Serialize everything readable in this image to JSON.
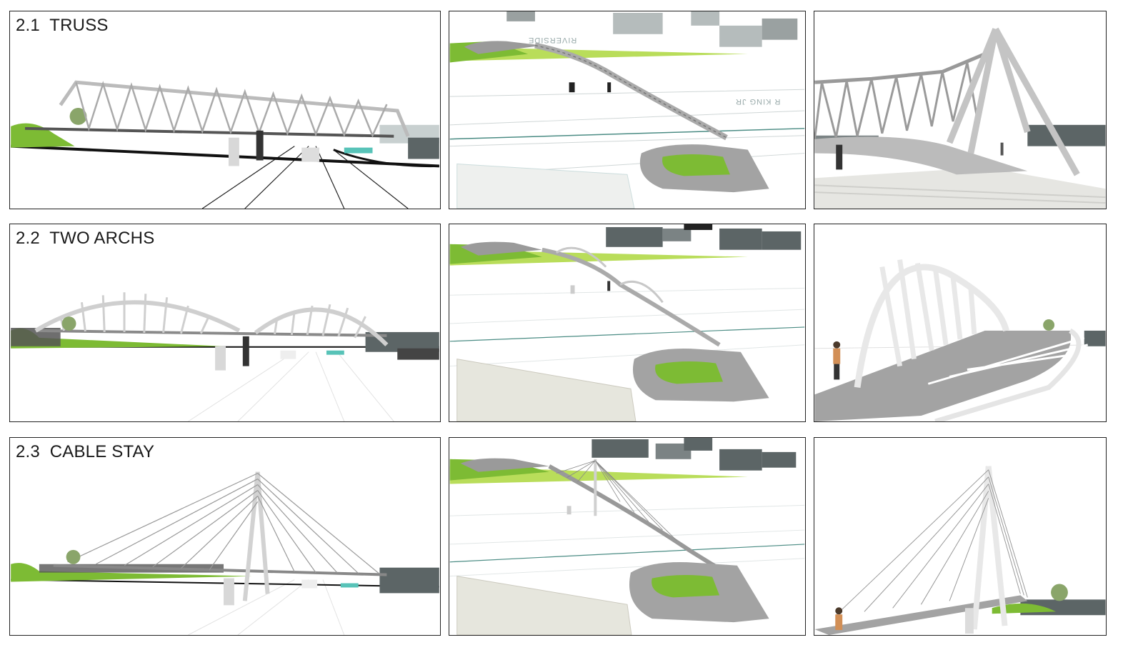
{
  "rows": [
    {
      "label": "2.1  TRUSS"
    },
    {
      "label": "2.2  TWO ARCHS"
    },
    {
      "label": "2.3  CABLE STAY"
    }
  ],
  "map_labels": {
    "riverside": "RIVERSIDE",
    "street": "R KING JR"
  },
  "colors": {
    "grass": "#7dbb34",
    "grass_light": "#b9dd5a",
    "deck": "#9a9a9a",
    "structure": "#d7d7d7",
    "building": "#5c6566",
    "water": "#58c3b8"
  }
}
